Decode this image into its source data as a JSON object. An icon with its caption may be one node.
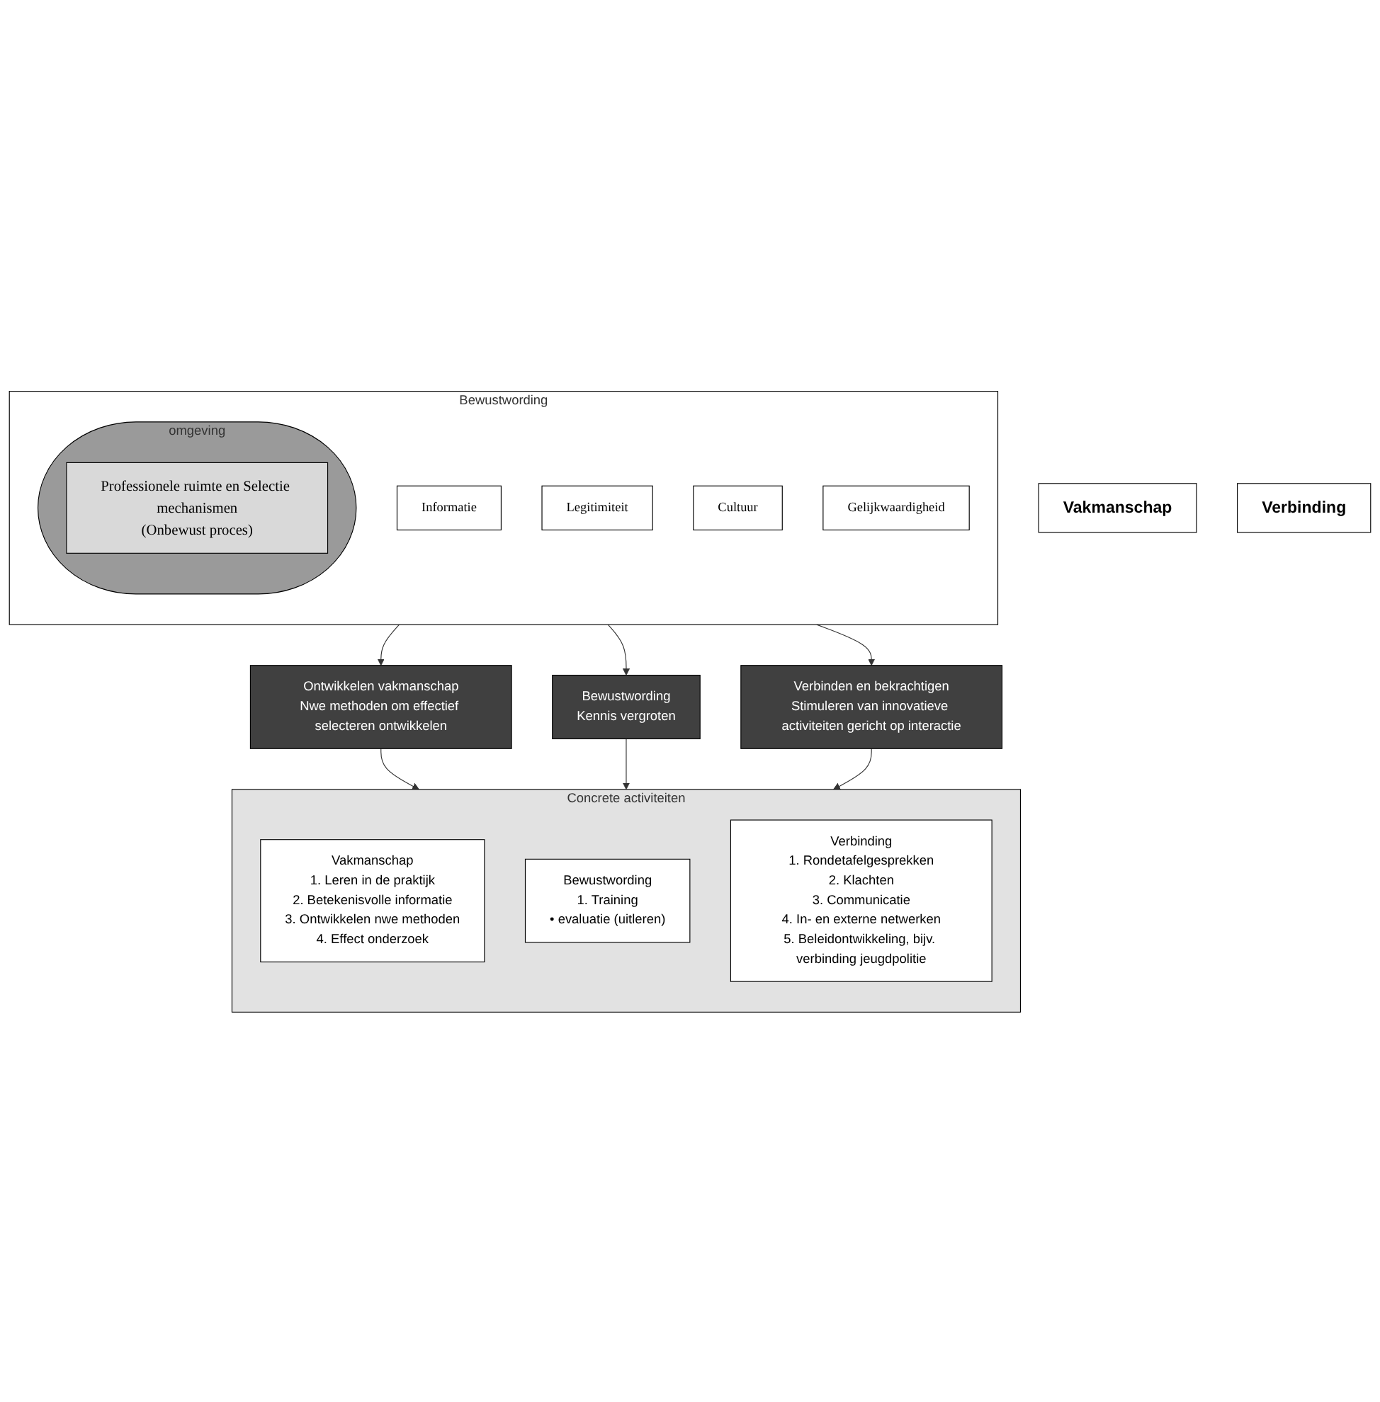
{
  "diagram": {
    "nodes": [
      {
        "text": [
          "Bewustwording"
        ]
      },
      {
        "text": [
          "Informatie"
        ],
        "in": 0
      },
      {
        "text": [
          "Legitimiteit"
        ],
        "in": 0
      },
      {
        "text": [
          "Vakmanschap"
        ]
      },
      {
        "text": [
          "omgeving"
        ],
        "in": 0
      },
      {
        "text": [
          "Professionele ruimte en Selectie mechanismen",
          "(Onbewust proces)"
        ],
        "in": 4
      },
      {
        "text": [
          "Verbinding"
        ]
      },
      {
        "text": [
          "Cultuur"
        ],
        "in": 0
      },
      {
        "text": [
          "Gelijkwaardigheid"
        ],
        "in": 0
      },
      {
        "text": [
          "Ontwikkelen vakmanschap",
          "Nwe methoden om effectief selecteren ontwikkelen"
        ]
      },
      {
        "text": [
          "Bewustwording",
          "Kennis vergroten"
        ]
      },
      {
        "text": [
          "Verbinden en bekrachtigen",
          "Stimuleren van innovatieve activiteiten gericht op interactie"
        ]
      },
      {
        "text": [
          "Concrete activiteiten"
        ]
      },
      {
        "text": [
          "Vakmanschap",
          "1. Leren in de praktijk",
          "2. Betekenisvolle informatie",
          "3. Ontwikkelen nwe methoden",
          "4. Effect onderzoek"
        ],
        "in": 12
      },
      {
        "text": [
          "Bewustwording",
          "1. Training",
          "• evaluatie (uitleren)"
        ],
        "in": 12
      },
      {
        "text": [
          "Verbinding",
          "1. Rondetafelgesprekken",
          "2. Klachten",
          "3. Communicatie",
          "4. In- en externe netwerken",
          "5. Beleidontwikkeling, bijv. verbinding jeugdpolitie"
        ],
        "in": 12
      }
    ],
    "edges": [
      {
        "from": 0,
        "to": 9,
        "arrow": "to"
      },
      {
        "from": 0,
        "to": 10,
        "arrow": "to"
      },
      {
        "from": 0,
        "to": 11,
        "arrow": "to"
      },
      {
        "from": 9,
        "to": 12,
        "arrow": "to"
      },
      {
        "from": 10,
        "to": 12,
        "arrow": "to"
      },
      {
        "from": 11,
        "to": 12,
        "arrow": "to"
      }
    ]
  }
}
